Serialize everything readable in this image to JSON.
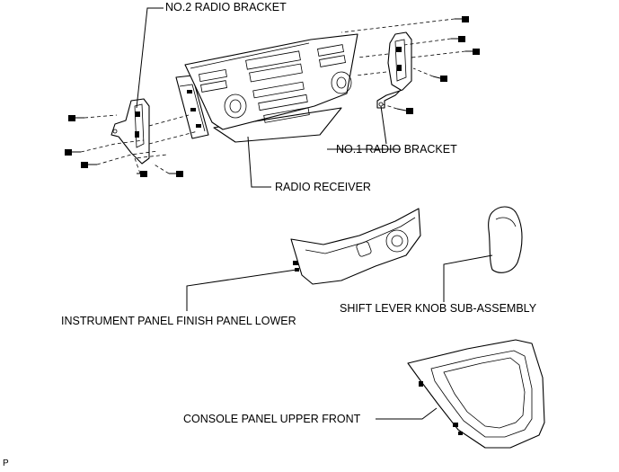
{
  "labels": {
    "no2_radio_bracket": "NO.2 RADIO BRACKET",
    "no1_radio_bracket": "NO.1 RADIO BRACKET",
    "radio_receiver": "RADIO RECEIVER",
    "instrument_panel_finish_panel_lower": "INSTRUMENT PANEL FINISH PANEL LOWER",
    "shift_lever_knob": "SHIFT LEVER KNOB SUB-ASSEMBLY",
    "console_panel_upper_front": "CONSOLE PANEL UPPER FRONT",
    "corner_mark": "P"
  }
}
